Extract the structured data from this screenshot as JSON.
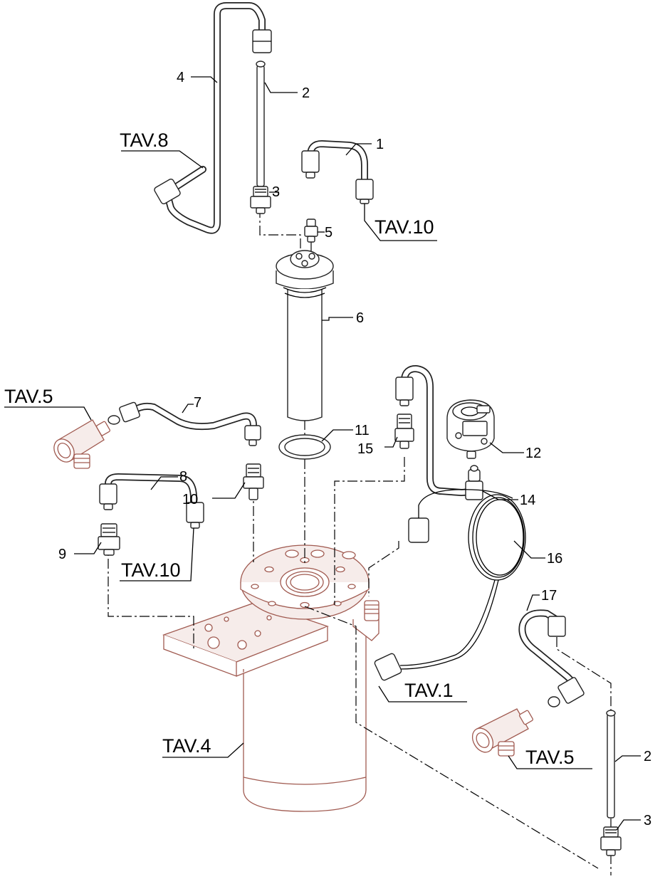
{
  "labels": {
    "n1": "1",
    "n2a": "2",
    "n2b": "2",
    "n3a": "3",
    "n3b": "3",
    "n4": "4",
    "n5": "5",
    "n6": "6",
    "n7": "7",
    "n8": "8",
    "n9": "9",
    "n10": "10",
    "n11": "11",
    "n12": "12",
    "n14": "14",
    "n15": "15",
    "n16": "16",
    "n17": "17"
  },
  "refs": {
    "tav8": "TAV.8",
    "tav10a": "TAV.10",
    "tav10b": "TAV.10",
    "tav5a": "TAV.5",
    "tav5b": "TAV.5",
    "tav1": "TAV.1",
    "tav4": "TAV.4"
  },
  "colors": {
    "line": "#000000",
    "reference_part": "#a05a50"
  }
}
